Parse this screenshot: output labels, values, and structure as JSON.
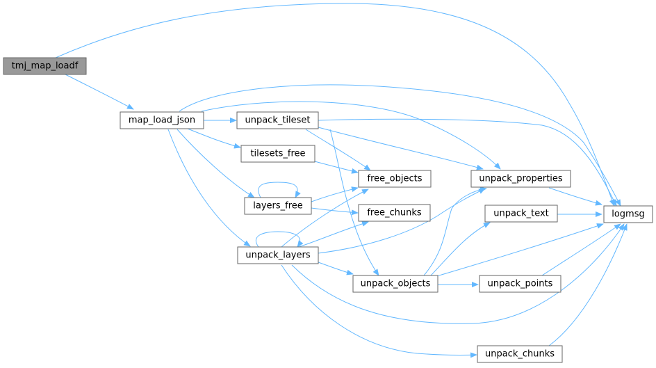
{
  "diagram": {
    "type": "call-graph",
    "colors": {
      "edge": "#63b8ff",
      "node_border": "#666666",
      "root_fill": "#999999",
      "node_fill": "#ffffff"
    },
    "nodes": {
      "tmj_map_loadf": "tmj_map_loadf",
      "map_load_json": "map_load_json",
      "unpack_tileset": "unpack_tileset",
      "tilesets_free": "tilesets_free",
      "layers_free": "layers_free",
      "unpack_layers": "unpack_layers",
      "free_objects": "free_objects",
      "free_chunks": "free_chunks",
      "unpack_objects": "unpack_objects",
      "unpack_properties": "unpack_properties",
      "unpack_text": "unpack_text",
      "unpack_points": "unpack_points",
      "unpack_chunks": "unpack_chunks",
      "logmsg": "logmsg"
    },
    "edges": [
      [
        "tmj_map_loadf",
        "map_load_json"
      ],
      [
        "tmj_map_loadf",
        "logmsg"
      ],
      [
        "map_load_json",
        "unpack_tileset"
      ],
      [
        "map_load_json",
        "tilesets_free"
      ],
      [
        "map_load_json",
        "layers_free"
      ],
      [
        "map_load_json",
        "unpack_layers"
      ],
      [
        "map_load_json",
        "unpack_properties"
      ],
      [
        "map_load_json",
        "logmsg"
      ],
      [
        "unpack_tileset",
        "free_objects"
      ],
      [
        "unpack_tileset",
        "unpack_objects"
      ],
      [
        "unpack_tileset",
        "unpack_properties"
      ],
      [
        "unpack_tileset",
        "logmsg"
      ],
      [
        "tilesets_free",
        "free_objects"
      ],
      [
        "layers_free",
        "layers_free"
      ],
      [
        "layers_free",
        "free_objects"
      ],
      [
        "layers_free",
        "free_chunks"
      ],
      [
        "unpack_layers",
        "unpack_layers"
      ],
      [
        "unpack_layers",
        "free_objects"
      ],
      [
        "unpack_layers",
        "free_chunks"
      ],
      [
        "unpack_layers",
        "unpack_objects"
      ],
      [
        "unpack_layers",
        "unpack_properties"
      ],
      [
        "unpack_layers",
        "unpack_chunks"
      ],
      [
        "unpack_layers",
        "logmsg"
      ],
      [
        "unpack_objects",
        "unpack_properties"
      ],
      [
        "unpack_objects",
        "unpack_text"
      ],
      [
        "unpack_objects",
        "unpack_points"
      ],
      [
        "unpack_objects",
        "logmsg"
      ],
      [
        "unpack_properties",
        "logmsg"
      ],
      [
        "unpack_text",
        "logmsg"
      ],
      [
        "unpack_points",
        "logmsg"
      ],
      [
        "unpack_chunks",
        "logmsg"
      ]
    ]
  }
}
